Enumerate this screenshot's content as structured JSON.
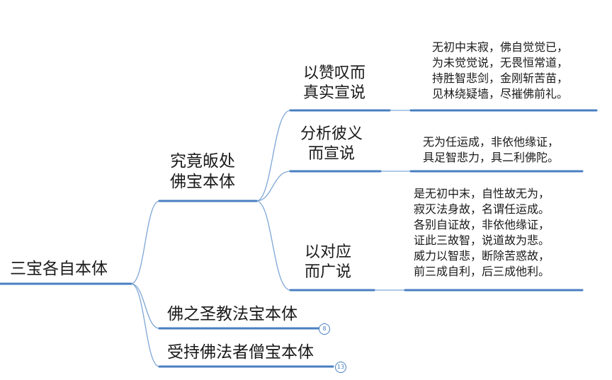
{
  "colors": {
    "underline": "#4a7fc1",
    "branch": "#7ea6d6",
    "text": "#1a1a1a"
  },
  "root": {
    "label": "三宝各自本体"
  },
  "buddha": {
    "line1": "究竟皈处",
    "line2": "佛宝本体"
  },
  "dharma": {
    "label": "佛之圣教法宝本体",
    "badge": "8"
  },
  "sangha": {
    "label": "受持佛法者僧宝本体",
    "badge": "13"
  },
  "praise": {
    "line1": "以赞叹而",
    "line2": "真实宣说",
    "verse": [
      "无初中末寂，佛自觉觉已，",
      "为未觉觉说，无畏恒常道，",
      "持胜智悲剑，金刚斩苦苗，",
      "见林绕疑墙，尽摧佛前礼。"
    ]
  },
  "analysis": {
    "line1": "分析彼义",
    "line2": "而宣说",
    "verse": [
      "无为任运成，非依他缘证，",
      "具足智悲力，具二利佛陀。"
    ]
  },
  "extensive": {
    "line1": "以对应",
    "line2": "而广说",
    "verse": [
      "是无初中末，自性故无为，",
      "寂灭法身故，名谓任运成。",
      "各别自证故，非依他缘证，",
      "证此三故智，说道故为悲。",
      "威力以智悲，断除苦惑故，",
      "前三成自利，后三成他利。"
    ]
  }
}
